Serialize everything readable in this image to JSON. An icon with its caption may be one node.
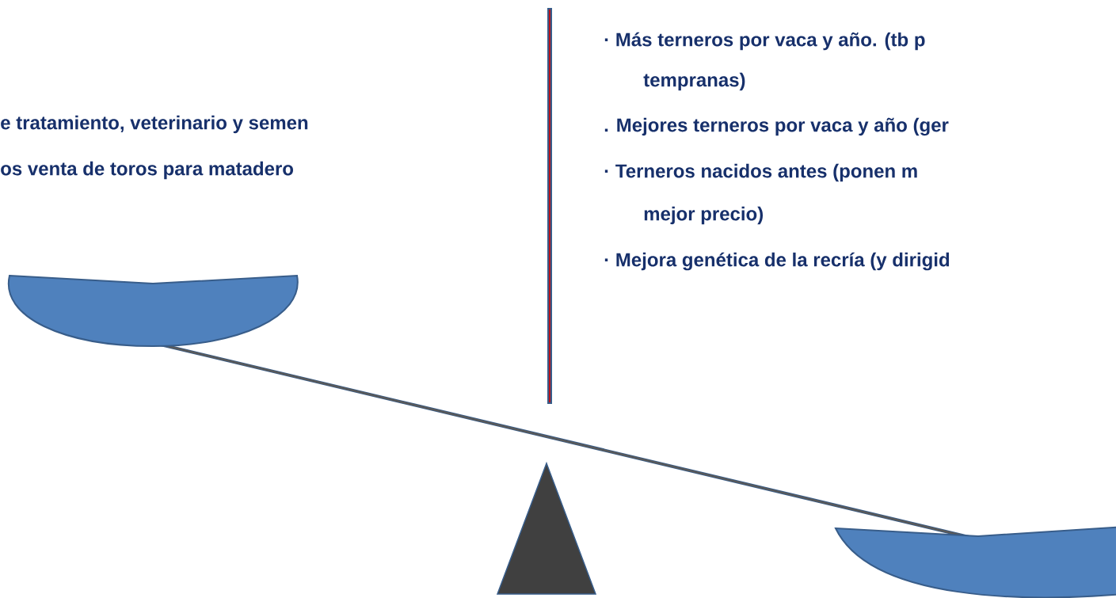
{
  "diagram": {
    "labels": [
      "· Más terneros por vaca y año. (tb p",
      "tempranas)",
      "e tratamiento, veterinario y semen",
      ". Mejores terneros por vaca y año (ger",
      "os venta de toros para matadero",
      "·  Terneros  nacidos  antes  (ponen  m",
      "mejor precio)",
      "· Mejora genética de la recría (y dirigid"
    ]
  }
}
